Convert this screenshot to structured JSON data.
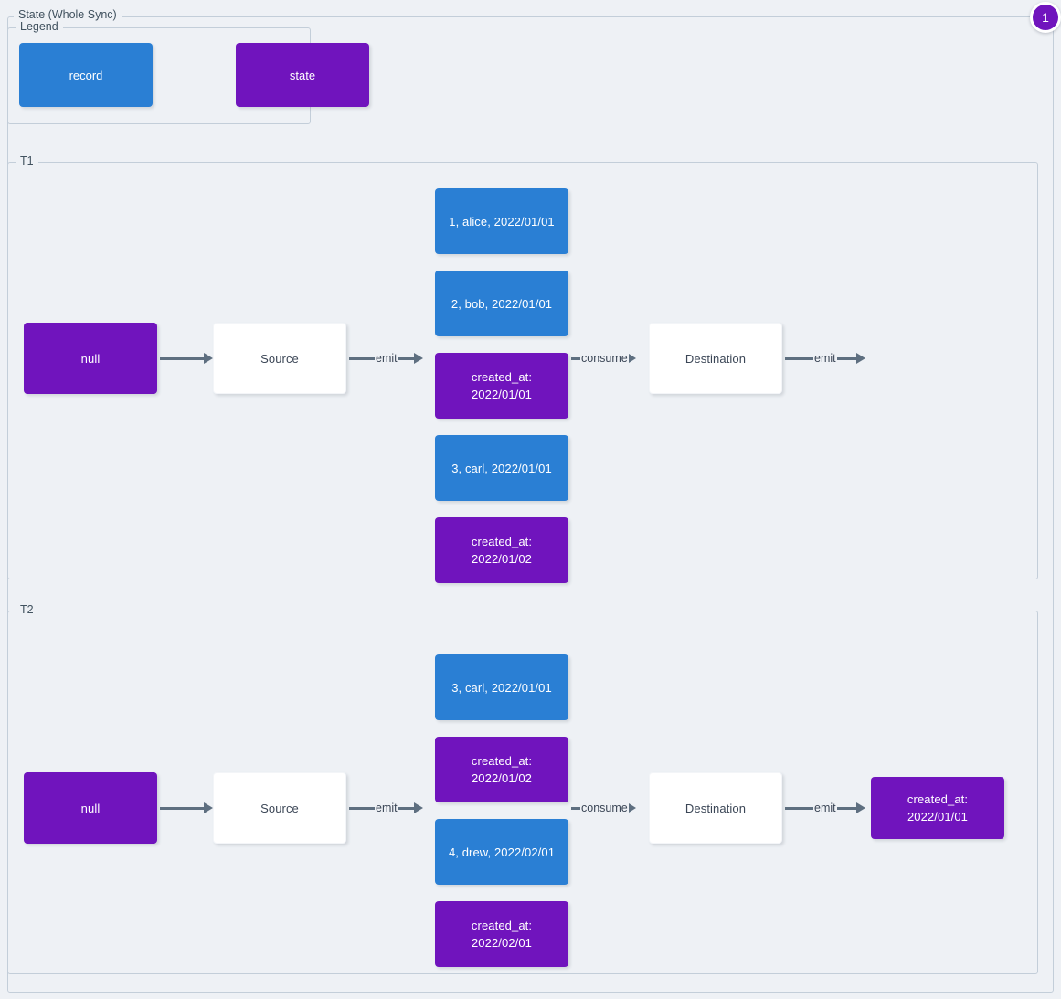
{
  "diagram": {
    "title": "State (Whole Sync)",
    "badge": "1",
    "colors": {
      "record": "#2a7fd4",
      "state": "#7014bd",
      "plain": "#ffffff",
      "edge": "#5e6f80",
      "background": "#eef1f5",
      "border": "#c3ced9"
    }
  },
  "legend": {
    "title": "Legend",
    "items": [
      {
        "label": "record",
        "kind": "record"
      },
      {
        "label": "state",
        "kind": "state"
      }
    ]
  },
  "sections": [
    {
      "title": "T1",
      "initial_state": "null",
      "source": "Source",
      "destination": "Destination",
      "edges": {
        "state_to_source": "",
        "source_emit": "emit",
        "consume": "consume",
        "destination_emit": "emit"
      },
      "stream": [
        {
          "kind": "record",
          "label": "1, alice, 2022/01/01"
        },
        {
          "kind": "record",
          "label": "2, bob, 2022/01/01"
        },
        {
          "kind": "state",
          "label": "created_at:\n2022/01/01"
        },
        {
          "kind": "record",
          "label": "3, carl, 2022/01/01"
        },
        {
          "kind": "state",
          "label": "created_at:\n2022/01/02"
        }
      ],
      "final_state": null
    },
    {
      "title": "T2",
      "initial_state": "null",
      "source": "Source",
      "destination": "Destination",
      "edges": {
        "state_to_source": "",
        "source_emit": "emit",
        "consume": "consume",
        "destination_emit": "emit"
      },
      "stream": [
        {
          "kind": "record",
          "label": "3, carl, 2022/01/01"
        },
        {
          "kind": "state",
          "label": "created_at:\n2022/01/02"
        },
        {
          "kind": "record",
          "label": "4, drew, 2022/02/01"
        },
        {
          "kind": "state",
          "label": "created_at:\n2022/02/01"
        }
      ],
      "final_state": {
        "kind": "state",
        "label": "created_at:\n2022/01/01"
      }
    }
  ]
}
